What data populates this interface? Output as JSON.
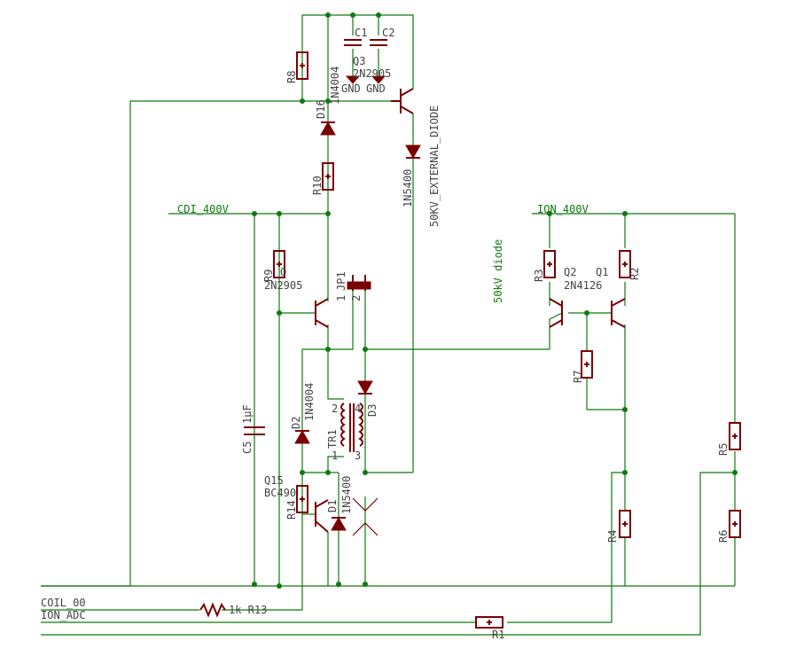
{
  "colors": {
    "wire": "#0f7a0f",
    "part": "#7a0000",
    "text": "#444444"
  },
  "nets": {
    "cdi": "CDI_400V",
    "ion": "ION_400V",
    "coil": "COIL_00",
    "adc": "ION_ADC",
    "note": "50kV diode"
  },
  "labels": {
    "r8": "R8",
    "d16": "D16",
    "d16v": "1N4004",
    "c1": "C1",
    "c2": "C2",
    "q3": "Q3",
    "q3v": "2N2905",
    "gnd1": "GND",
    "gnd2": "GND",
    "ext": "50KV_EXTERNAL_DIODE",
    "d1n": "1N5400",
    "r10": "R10",
    "r9": "R9",
    "q": "Q",
    "qv": "2N2905",
    "jp1": "JP1",
    "jp1a": "1",
    "jp1b": "2",
    "d2": "D2",
    "d2v": "1N4004",
    "c5": "C5",
    "c5v": "1µF",
    "tr1": "TR1",
    "tr1p": "1",
    "tr1q": "2",
    "tr1r": "3",
    "tr1s": "4",
    "d3": "D3",
    "q15": "Q15",
    "q15v": "BC490",
    "r14": "R14",
    "d1": "D1",
    "d1v": "1N5400",
    "r13": "1k R13",
    "r1": "R1",
    "r3": "R3",
    "q2": "Q2",
    "q1": "Q1",
    "qpair": "2N4126",
    "r2": "R2",
    "r7": "R7",
    "r4": "R4",
    "r5": "R5",
    "r6": "R6"
  }
}
